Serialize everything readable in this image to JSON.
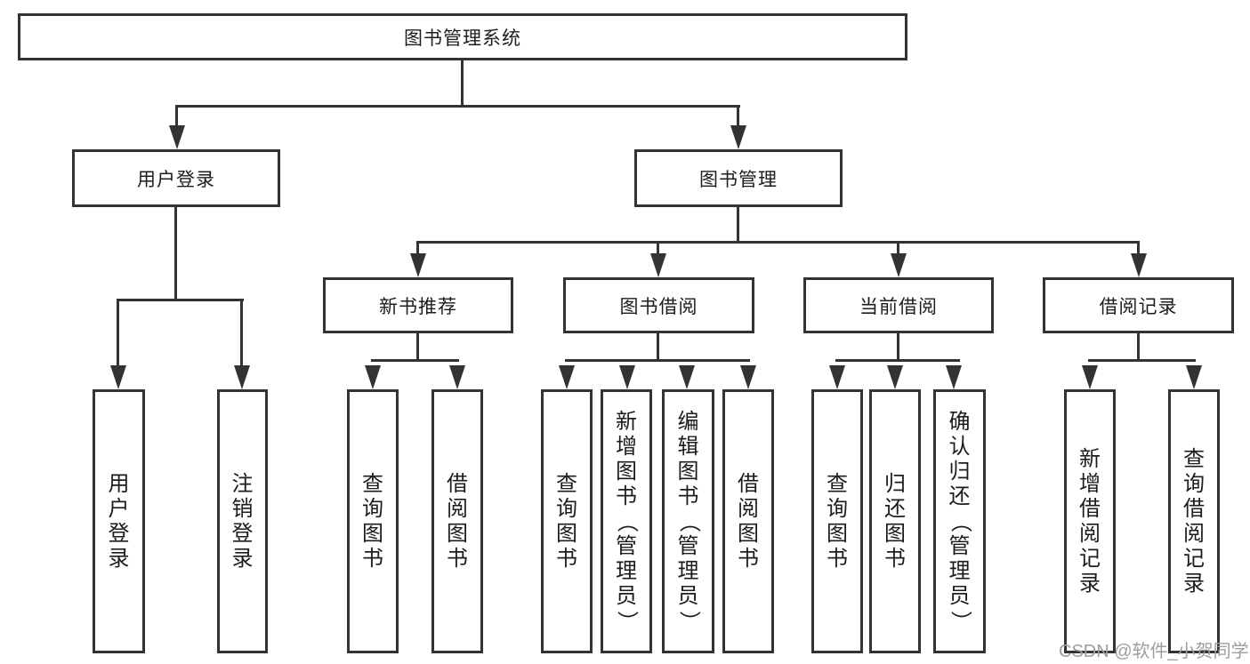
{
  "colors": {
    "line": "#333333",
    "text": "#1c1c1c",
    "watermark": "#9e9e9e",
    "background": "#ffffff"
  },
  "watermark": "CSDN @软件_小贺同学",
  "tree": {
    "label": "图书管理系统",
    "children": [
      {
        "label": "用户登录",
        "children": [
          {
            "label": "用户登录"
          },
          {
            "label": "注销登录"
          }
        ]
      },
      {
        "label": "图书管理",
        "children": [
          {
            "label": "新书推荐",
            "children": [
              {
                "label": "查询图书"
              },
              {
                "label": "借阅图书"
              }
            ]
          },
          {
            "label": "图书借阅",
            "children": [
              {
                "label": "查询图书"
              },
              {
                "label": "新增图书（管理员）"
              },
              {
                "label": "编辑图书（管理员）"
              },
              {
                "label": "借阅图书"
              }
            ]
          },
          {
            "label": "当前借阅",
            "children": [
              {
                "label": "查询图书"
              },
              {
                "label": "归还图书"
              },
              {
                "label": "确认归还（管理员）"
              }
            ]
          },
          {
            "label": "借阅记录",
            "children": [
              {
                "label": "新增借阅记录"
              },
              {
                "label": "查询借阅记录"
              }
            ]
          }
        ]
      }
    ]
  }
}
